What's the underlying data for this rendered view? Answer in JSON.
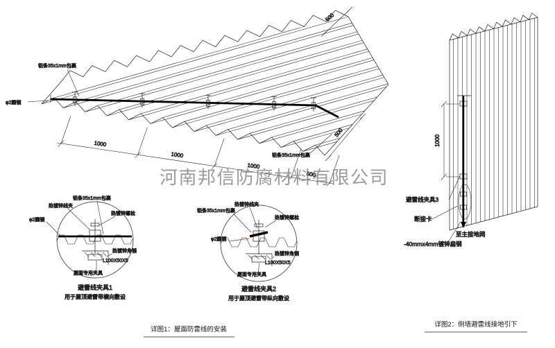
{
  "watermark": "河南邦信防腐材料有限公司",
  "colors": {
    "line": "#1a1a1a",
    "accent_red": "#cc2222",
    "watermark_gray": "#828282"
  },
  "fig1": {
    "caption": "详图1：屋面防雷线的安装",
    "roof": {
      "label_alu_top": "铝条35x1mm包裹",
      "label_alu_right": "铝条35x1mm包裹",
      "label_steel": "φ2圆钢",
      "dims_bottom": [
        "1000",
        "1000",
        "1000",
        "500"
      ],
      "dim_right": "500",
      "dim_top": "500"
    },
    "detail1": {
      "title": "避雷线夹具1",
      "subtitle": "用于屋顶避雷带横向敷设",
      "label_wire_clamp": "热镀锌线夹",
      "label_alu": "铝条35x1mm包裹",
      "label_bolt": "热镀锌螺栓",
      "label_steel": "φ2圆钢",
      "label_angle": "热镀锌角钢",
      "label_angle_spec": "L100X50X5",
      "label_roof_clamp": "屋面专用夹具"
    },
    "detail2": {
      "title": "避雷线夹具2",
      "subtitle": "用于屋顶避雷带纵向敷设",
      "label_alu": "铝条35x1mm包裹",
      "label_wire_clamp": "热镀锌线夹",
      "label_bolt": "热镀锌螺栓",
      "label_steel": "φ2圆钢",
      "label_angle": "热镀锌角钢",
      "label_angle_spec": "L100X50X5",
      "label_roof_clamp": "屋面专用夹具"
    }
  },
  "fig2": {
    "caption": "详图2：侧墙避雷线接地引下",
    "label_clamp3": "避雷线夹具3",
    "label_disconnect": "断接卡",
    "label_ground": "至主接地网",
    "label_flat_steel": "-40mmx4mm镀锌扁钢",
    "dim_spacing": "1000"
  }
}
